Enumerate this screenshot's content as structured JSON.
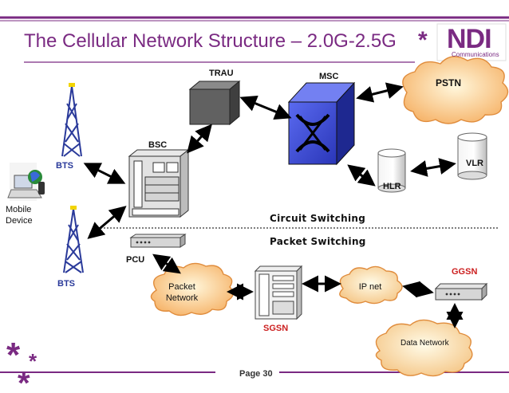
{
  "slide": {
    "title": "The Cellular Network Structure – 2.0G-2.5G",
    "page": "Page 30"
  },
  "logo": {
    "brand": "NDI",
    "tagline": "Communications",
    "mark": "*"
  },
  "sections": {
    "circuit": "Circuit Switching",
    "packet": "Packet Switching"
  },
  "nodes": {
    "bts_top": "BTS",
    "bts_bottom": "BTS",
    "mobile": "Mobile Device",
    "bsc": "BSC",
    "trau": "TRAU",
    "msc": "MSC",
    "pstn": "PSTN",
    "hlr": "HLR",
    "vlr": "VLR",
    "pcu": "PCU",
    "packet_network": "Packet Network",
    "sgsn": "SGSN",
    "ip_net": "IP net",
    "ggsn": "GGSN",
    "data_network": "Data Network"
  },
  "colors": {
    "title": "#7a2a82",
    "accent_purple": "#7a2a82",
    "bts_blue": "#2a3a9a",
    "sgsn_red": "#cc2020",
    "cloud_orange": "#f0a050",
    "cloud_light": "#fde9b8",
    "msc_blue": "#3b4bd8",
    "trau_gray": "#5f5f5f"
  }
}
